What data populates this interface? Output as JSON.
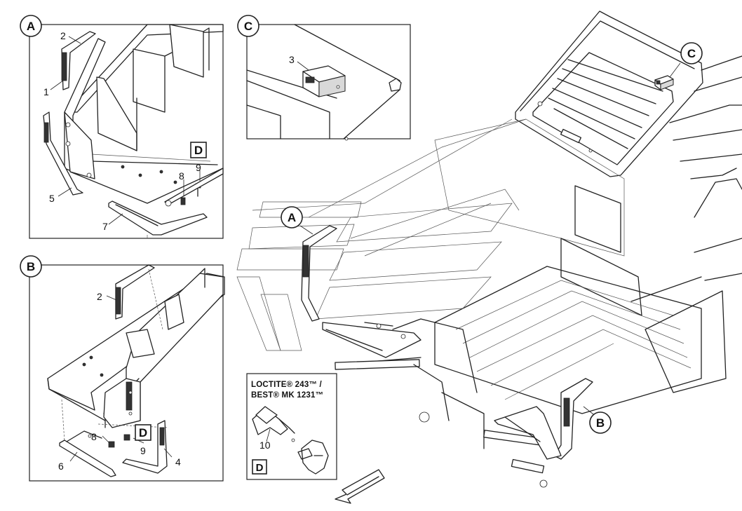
{
  "callouts": {
    "A": "A",
    "B": "B",
    "C": "C",
    "D": "D"
  },
  "loctite": {
    "line1": "LOCTITE® 243™ /",
    "line2": "BEST® MK 1231™"
  },
  "parts": {
    "p1": "1",
    "p2": "2",
    "p3": "3",
    "p4": "4",
    "p5": "5",
    "p6": "6",
    "p7": "7",
    "p8": "8",
    "p9": "9",
    "p10": "10"
  }
}
